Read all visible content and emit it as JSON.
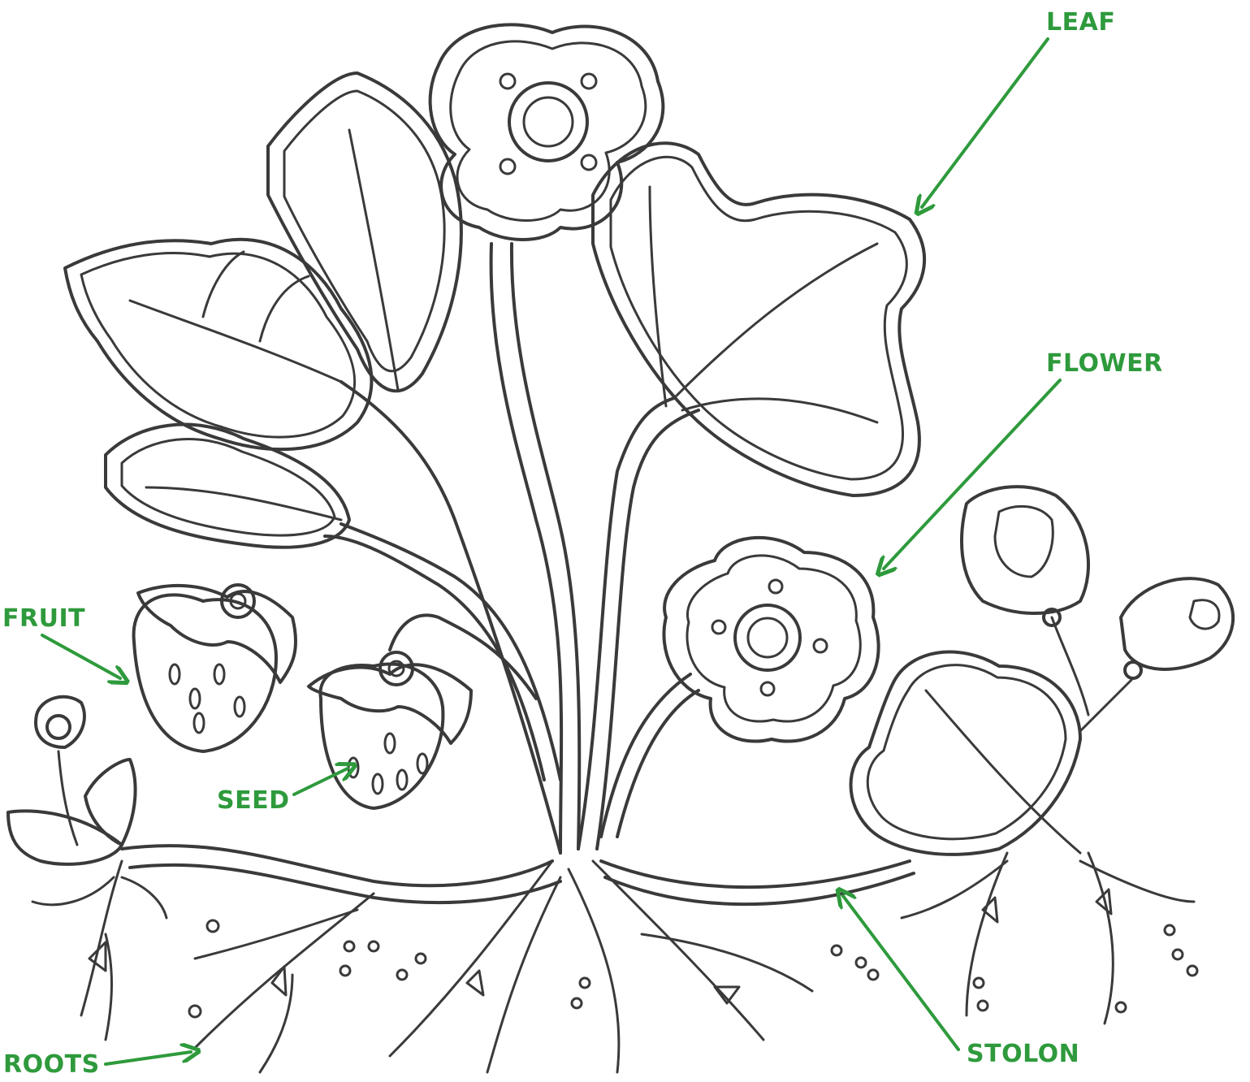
{
  "colors": {
    "label": "#2e9a3c",
    "ink": "#3a3a3a",
    "background": "#ffffff"
  },
  "labels": {
    "leaf": "LEAF",
    "flower": "FLOWER",
    "fruit": "FRUIT",
    "seed": "SEED",
    "roots": "ROOTS",
    "stolon": "STOLON"
  }
}
